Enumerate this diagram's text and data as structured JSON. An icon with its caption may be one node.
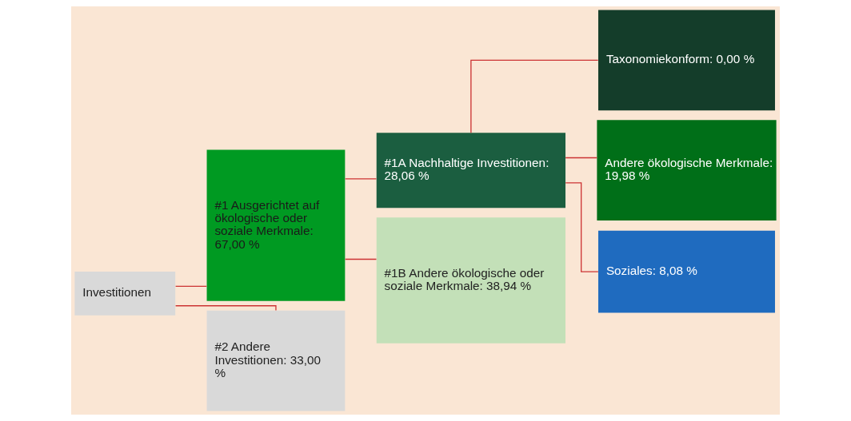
{
  "diagram": {
    "nodes": [
      {
        "text": [
          "Investitionen"
        ]
      },
      {
        "text": [
          "#1 Ausgerichtet auf ökologische oder soziale Merkmale: 67,00 %"
        ]
      },
      {
        "text": [
          "#2 Andere Investitionen: 33,00 %"
        ]
      },
      {
        "text": [
          "#1A Nachhaltige Investitionen: 28,06 %"
        ]
      },
      {
        "text": [
          "#1B Andere ökologische oder soziale Merkmale: 38,94 %"
        ]
      },
      {
        "text": [
          "Taxonomiekonform: 0,00 %"
        ]
      },
      {
        "text": [
          "Andere ökologische Merkmale: 19,98 %"
        ]
      },
      {
        "text": [
          "Soziales: 8,08 %"
        ]
      }
    ],
    "edges": [
      {
        "from": 0,
        "to": 1,
        "arrow": "none"
      },
      {
        "from": 0,
        "to": 2,
        "arrow": "none"
      },
      {
        "from": 1,
        "to": 3,
        "arrow": "none"
      },
      {
        "from": 1,
        "to": 4,
        "arrow": "none"
      },
      {
        "from": 3,
        "to": 5,
        "arrow": "none"
      },
      {
        "from": 3,
        "to": 6,
        "arrow": "none"
      },
      {
        "from": 3,
        "to": 7,
        "arrow": "none"
      }
    ]
  }
}
